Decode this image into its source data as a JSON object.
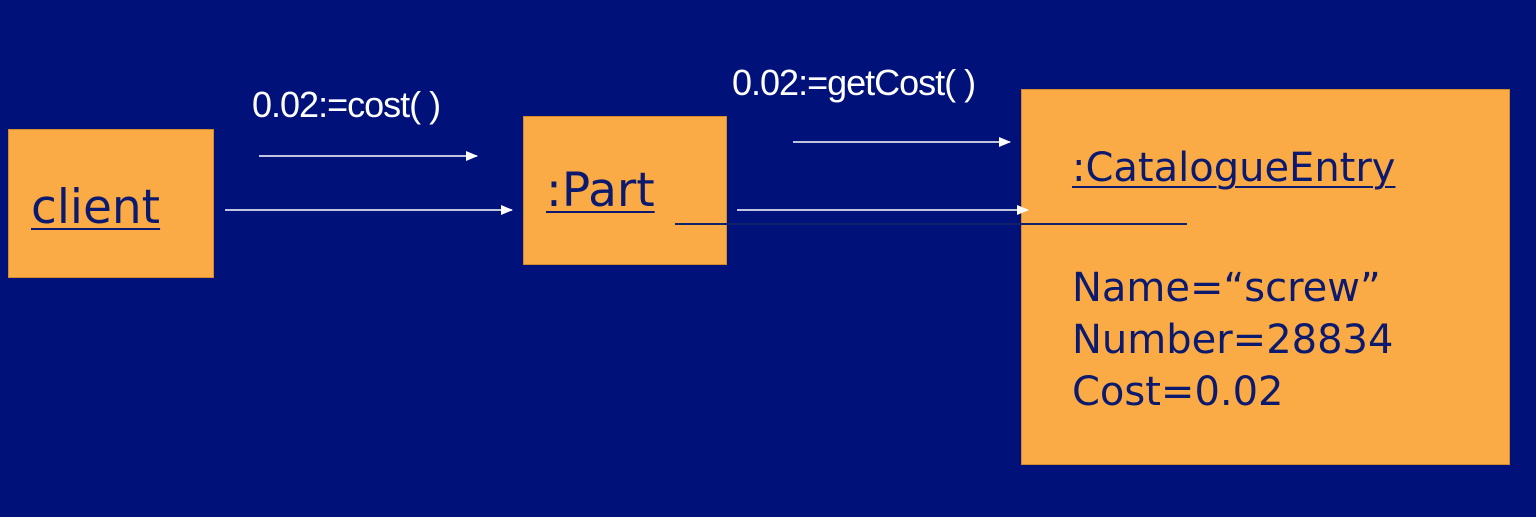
{
  "diagram": {
    "objects": {
      "client": {
        "title": "client"
      },
      "part": {
        "title": ":Part"
      },
      "catalogue_entry": {
        "title": ":CatalogueEntry",
        "attributes": [
          "Name=“screw”",
          "Number=28834",
          "Cost=0.02"
        ]
      }
    },
    "messages": [
      {
        "label": "0.02:=cost( )"
      },
      {
        "label": "0.02:=getCost( )"
      }
    ]
  },
  "colors": {
    "background": "#00127a",
    "object_fill": "#fbab45",
    "object_text": "#0b1a6e",
    "message_text": "#ffffff"
  }
}
